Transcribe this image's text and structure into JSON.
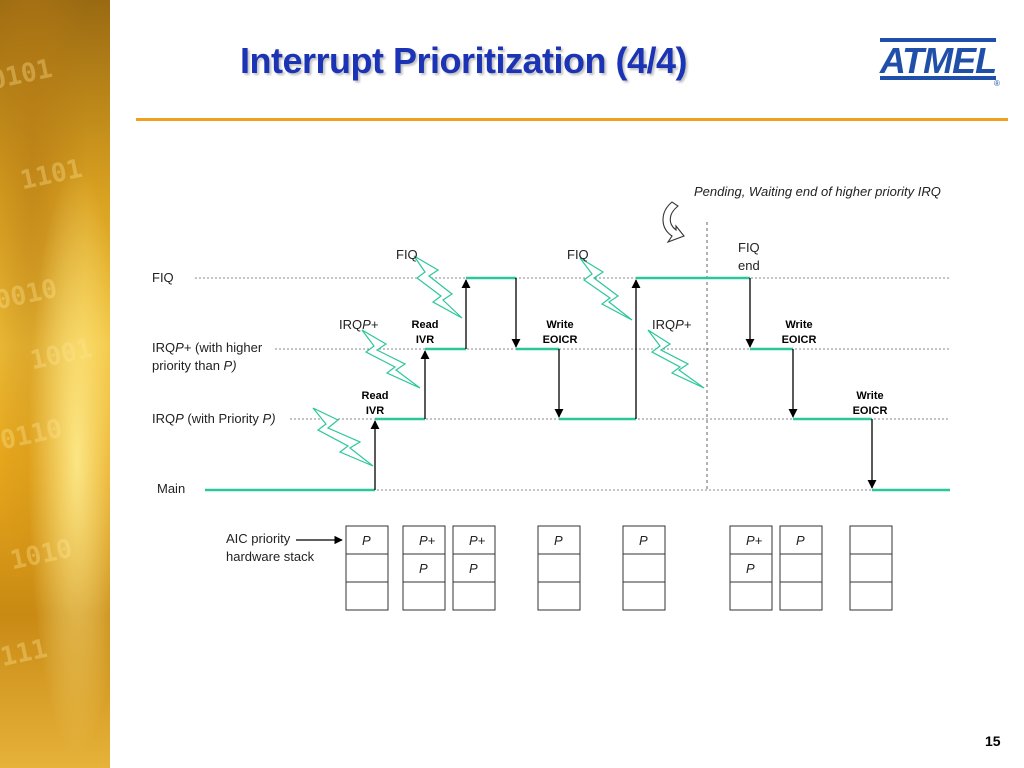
{
  "slide": {
    "title": "Interrupt Prioritization (4/4)",
    "page_number": "15",
    "logo_text": "ATMEL",
    "colors": {
      "title": "#1b33b5",
      "rule": "#f0a020",
      "signal": "#2bc79a",
      "logo": "#1f4fa8"
    }
  },
  "diagram": {
    "level_labels": {
      "fiq": "FIQ",
      "irqp_plus_prefix": "IRQ",
      "irqp_plus_italic": "P+",
      "irqp_plus_rest": " (with higher",
      "irqp_plus_line2_prefix": "priority than ",
      "irqp_plus_line2_italic": "P)",
      "irqp_prefix": "IRQ",
      "irqp_italic": "P",
      "irqp_rest": " (with Priority ",
      "irqp_italic2": "P)",
      "main": "Main"
    },
    "pending_note": "Pending, Waiting end of higher priority IRQ",
    "fiq_end": {
      "line1": "FIQ",
      "line2": "end"
    },
    "interrupt_labels": {
      "fiq": "FIQ",
      "irqp_plus_prefix": "IRQ",
      "irqp_plus_italic": "P+"
    },
    "actions": {
      "read": "Read",
      "ivr": "IVR",
      "write": "Write",
      "eoicr": "EOICR"
    },
    "stack_label": {
      "line1": "AIC priority",
      "line2": "hardware stack"
    },
    "stack_columns": [
      [
        "P",
        "",
        ""
      ],
      [
        "P+",
        "P",
        ""
      ],
      [
        "P+",
        "P",
        ""
      ],
      [
        "P",
        "",
        ""
      ],
      [
        "P",
        "",
        ""
      ],
      [
        "P+",
        "P",
        ""
      ],
      [
        "P",
        "",
        ""
      ],
      [
        "",
        "",
        ""
      ]
    ]
  }
}
